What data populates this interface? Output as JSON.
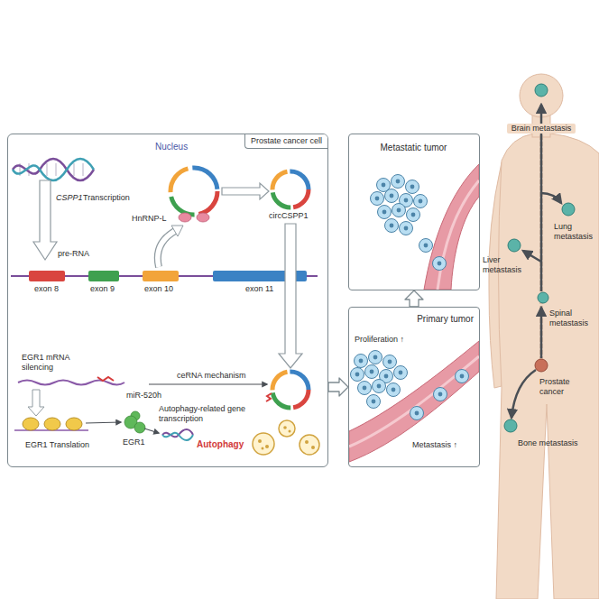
{
  "diagram": {
    "nodes": [
      {
        "text": [
          "Prostate cancer cell"
        ]
      },
      {
        "text": [
          "Nucleus"
        ],
        "in": 0
      },
      {
        "text": [
          "Metastatic tumor"
        ]
      },
      {
        "text": [
          "Primary tumor",
          "Proliferation ↑",
          "Metastasis ↑"
        ]
      }
    ],
    "edges": [
      {
        "from": 0,
        "to": 3,
        "arrow": "to"
      },
      {
        "from": 3,
        "to": 2,
        "arrow": "to"
      }
    ],
    "labels": [
      "CSPP1",
      "Transcription",
      "HnRNP-L",
      "circCSPP1",
      "pre-RNA",
      "exon 8",
      "exon 9",
      "exon 10",
      "exon 11",
      "EGR1 mRNA silencing",
      "miR-520h",
      "ceRNA mechanism",
      "EGR1 Translation",
      "EGR1",
      "Autophagy-related gene transcription",
      "Autophagy",
      "Brain metastasis",
      "Lung metastasis",
      "Liver metastasis",
      "Spinal metastasis",
      "Prostate cancer",
      "Bone metastasis"
    ]
  }
}
